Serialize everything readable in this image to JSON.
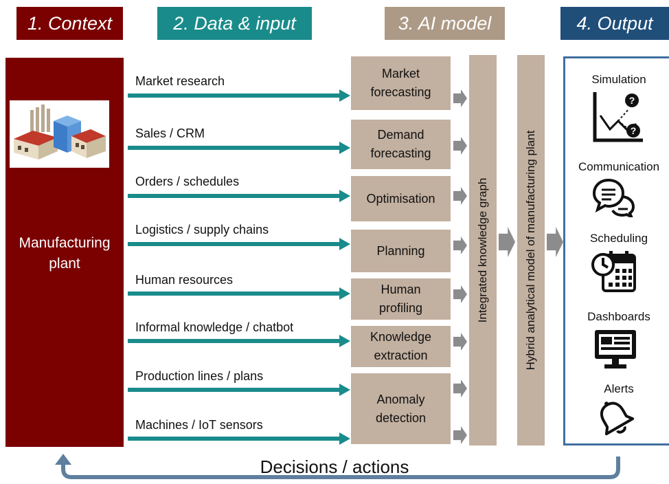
{
  "headers": {
    "context": "1. Context",
    "data_input": "2. Data & input",
    "ai_model": "3. AI model",
    "output": "4. Output"
  },
  "context": {
    "label_line1": "Manufacturing",
    "label_line2": "plant",
    "image_icon": "factory-icon"
  },
  "inputs": [
    "Market research",
    "Sales / CRM",
    "Orders / schedules",
    "Logistics / supply chains",
    "Human resources",
    "Informal knowledge / chatbot",
    "Production lines / plans",
    "Machines / IoT sensors"
  ],
  "models": [
    {
      "line1": "Market",
      "line2": "forecasting"
    },
    {
      "line1": "Demand",
      "line2": "forecasting"
    },
    {
      "line1": "Optimisation",
      "line2": ""
    },
    {
      "line1": "Planning",
      "line2": ""
    },
    {
      "line1": "Human",
      "line2": "profiling"
    },
    {
      "line1": "Knowledge",
      "line2": "extraction"
    },
    {
      "line1": "Anomaly",
      "line2": "detection"
    }
  ],
  "knowledge_graph": "Integrated knowledge graph",
  "hybrid_model": "Hybrid analytical model of manufacturing plant",
  "outputs": [
    {
      "label": "Simulation",
      "icon": "chart-question-icon"
    },
    {
      "label": "Communication",
      "icon": "chat-bubbles-icon"
    },
    {
      "label": "Scheduling",
      "icon": "calendar-clock-icon"
    },
    {
      "label": "Dashboards",
      "icon": "monitor-dashboard-icon"
    },
    {
      "label": "Alerts",
      "icon": "bell-icon"
    }
  ],
  "feedback": "Decisions / actions",
  "colors": {
    "context": "#7b0000",
    "data_input": "#1a8b8b",
    "ai_model": "#ad9a86",
    "output": "#1f4e79",
    "model_box": "#c2b0a0",
    "arrow_teal": "#1a8b8b",
    "arrow_gray": "#8c8c8c",
    "feedback_arrow": "#5f7f9f"
  }
}
